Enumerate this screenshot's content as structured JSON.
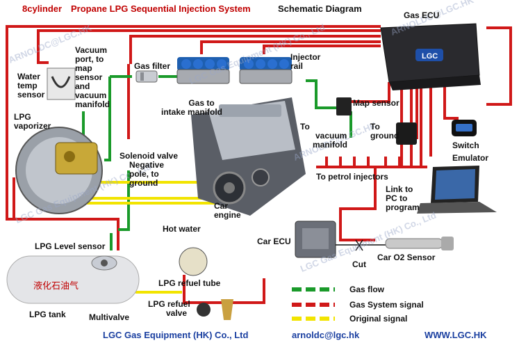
{
  "title": {
    "cylinder": "8cylinder",
    "main": "Propane LPG Sequential Injection System",
    "sub": "Schematic Diagram"
  },
  "labels": {
    "gas_ecu": "Gas ECU",
    "vacuum_port": [
      "Vacuum",
      "port, to",
      "map",
      "sensor",
      "and",
      "vacuum",
      "manifold"
    ],
    "water_temp": [
      "Water",
      "temp",
      "sensor"
    ],
    "gas_filter": "Gas filter",
    "injector_rail": [
      "Injector",
      "rail"
    ],
    "gas_to_intake": [
      "Gas to",
      "intake manifold"
    ],
    "map_sensor": "Map sensor",
    "lpg_vaporizer": [
      "LPG",
      "vaporizer"
    ],
    "to_vacuum_manifold": [
      "To",
      "vacuum",
      "manifold"
    ],
    "to_ground": [
      "To",
      "ground"
    ],
    "switch": "Switch",
    "emulator": "Emulator",
    "solenoid_valve": [
      "Solenoid valve",
      "Negative",
      "pole, to",
      "ground"
    ],
    "to_petrol_injectors": "To petrol injectors",
    "car_engine": [
      "Car",
      "engine"
    ],
    "link_to_pc": [
      "Link to",
      "PC to",
      "program"
    ],
    "hot_water": "Hot water",
    "car_ecu": "Car ECU",
    "lpg_level_sensor": "LPG Level sensor",
    "car_o2_sensor": "Car O2 Sensor",
    "cut": "Cut",
    "lpg_refuel_tube": "LPG refuel tube",
    "lpg_refuel_valve": [
      "LPG refuel",
      "valve"
    ],
    "lpg_tank": "LPG tank",
    "multivalve": "Multivalve",
    "tank_chars": "液化石油气"
  },
  "legend": [
    {
      "label": "Gas flow",
      "color": "#1a9a2a"
    },
    {
      "label": "Gas System signal",
      "color": "#d01818"
    },
    {
      "label": "Original signal",
      "color": "#f2e400"
    }
  ],
  "footer": {
    "company": "LGC Gas Equipment (HK) Co., Ltd",
    "email": "arnoldc@lgc.hk",
    "web": "WWW.LGC.HK"
  },
  "watermarks": {
    "email": "ARNOLDC@LGC.HK",
    "company": "LGC Gas Equipment (HK) Co., Ltd"
  },
  "colors": {
    "gas": "#1a9a2a",
    "signal": "#d01818",
    "original": "#f2e400",
    "title_red": "#c00000"
  }
}
